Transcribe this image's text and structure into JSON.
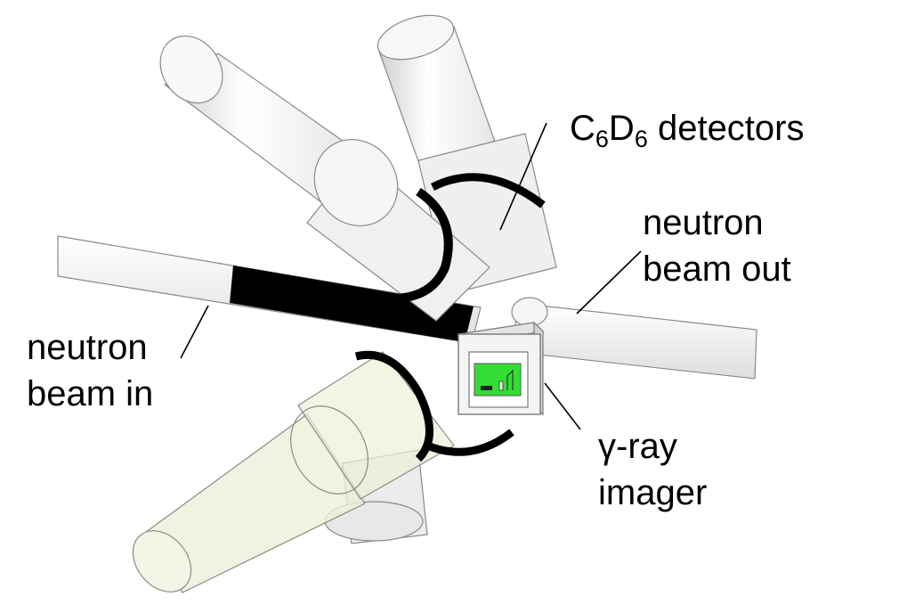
{
  "labels": {
    "detectors": {
      "main": "C",
      "sub1": "6",
      "mid": "D",
      "sub2": "6",
      "rest": " detectors"
    },
    "beam_out": {
      "line1": "neutron",
      "line2": "beam out"
    },
    "beam_in": {
      "line1": "neutron",
      "line2": "beam in"
    },
    "imager": {
      "line1": "γ-ray",
      "line2": "imager"
    }
  },
  "colors": {
    "body_fill": "#f2f2f2",
    "outline": "#8a8a8a",
    "band": "#000000",
    "translucent_fill": "#eef0d8",
    "imager_screen": "#33dd33"
  }
}
